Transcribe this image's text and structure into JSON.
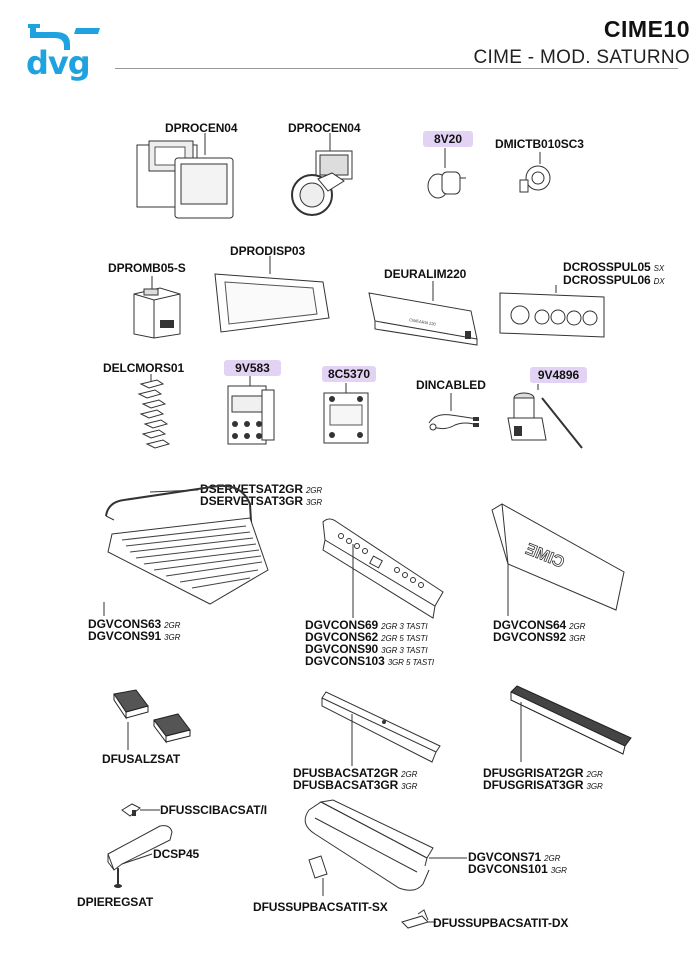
{
  "header": {
    "logo_text": "dvg",
    "title": "CIME10",
    "subtitle": "CIME - MOD. SATURNO"
  },
  "colors": {
    "logo_blue": "#1fa3e0",
    "tag_highlight": "#e2d3f5",
    "line_art": "#333333"
  },
  "parts": {
    "dprocen04_a": {
      "code": "DPROCEN04"
    },
    "dprocen04_b": {
      "code": "DPROCEN04"
    },
    "p8v20": {
      "code": "8V20"
    },
    "dmictb": {
      "code": "DMICTB010SC3"
    },
    "dpromb": {
      "code": "DPROMB05-S"
    },
    "dprodisp": {
      "code": "DPRODISP03"
    },
    "deuralim": {
      "code": "DEURALIM220"
    },
    "dcrosspul05": {
      "code": "DCROSSPUL05",
      "suffix": "SX"
    },
    "dcrosspul06": {
      "code": "DCROSSPUL06",
      "suffix": "DX"
    },
    "delcmors": {
      "code": "DELCMORS01"
    },
    "p9v583": {
      "code": "9V583"
    },
    "p8c5370": {
      "code": "8C5370"
    },
    "dincabled": {
      "code": "DINCABLED"
    },
    "p9v4896": {
      "code": "9V4896"
    },
    "dservetsat2gr": {
      "code": "DSERVETSAT2GR",
      "suffix": "2GR"
    },
    "dservetsat3gr": {
      "code": "DSERVETSAT3GR",
      "suffix": "3GR"
    },
    "dgvcons63": {
      "code": "DGVCONS63",
      "suffix": "2GR"
    },
    "dgvcons91": {
      "code": "DGVCONS91",
      "suffix": "3GR"
    },
    "dgvcons69": {
      "code": "DGVCONS69",
      "suffix": "2GR 3 TASTI"
    },
    "dgvcons62": {
      "code": "DGVCONS62",
      "suffix": "2GR 5 TASTI"
    },
    "dgvcons90": {
      "code": "DGVCONS90",
      "suffix": "3GR 3 TASTI"
    },
    "dgvcons103": {
      "code": "DGVCONS103",
      "suffix": "3GR 5 TASTI"
    },
    "dgvcons64": {
      "code": "DGVCONS64",
      "suffix": "2GR"
    },
    "dgvcons92": {
      "code": "DGVCONS92",
      "suffix": "3GR"
    },
    "dfusalzsat": {
      "code": "DFUSALZSAT"
    },
    "dfusbacsat2gr": {
      "code": "DFUSBACSAT2GR",
      "suffix": "2GR"
    },
    "dfusbacsat3gr": {
      "code": "DFUSBACSAT3GR",
      "suffix": "3GR"
    },
    "dfusgrisat2gr": {
      "code": "DFUSGRISAT2GR",
      "suffix": "2GR"
    },
    "dfusgrisat3gr": {
      "code": "DFUSGRISAT3GR",
      "suffix": "3GR"
    },
    "dfusscibacsat": {
      "code": "DFUSSCIBACSAT/I"
    },
    "dcsp45": {
      "code": "DCSP45"
    },
    "dpieregsat": {
      "code": "DPIEREGSAT"
    },
    "dgvcons71": {
      "code": "DGVCONS71",
      "suffix": "2GR"
    },
    "dgvcons101": {
      "code": "DGVCONS101",
      "suffix": "3GR"
    },
    "dfussupbac_sx": {
      "code": "DFUSSUPBACSATIT-SX"
    },
    "dfussupbac_dx": {
      "code": "DFUSSUPBACSATIT-DX"
    }
  },
  "artwork_text": {
    "deuralim_print": "CIMEARIA 220",
    "cime_logo": "CIME"
  },
  "icons": {
    "logo": "dvg-faucet-logo",
    "parts_style": "line-art-drawings"
  }
}
